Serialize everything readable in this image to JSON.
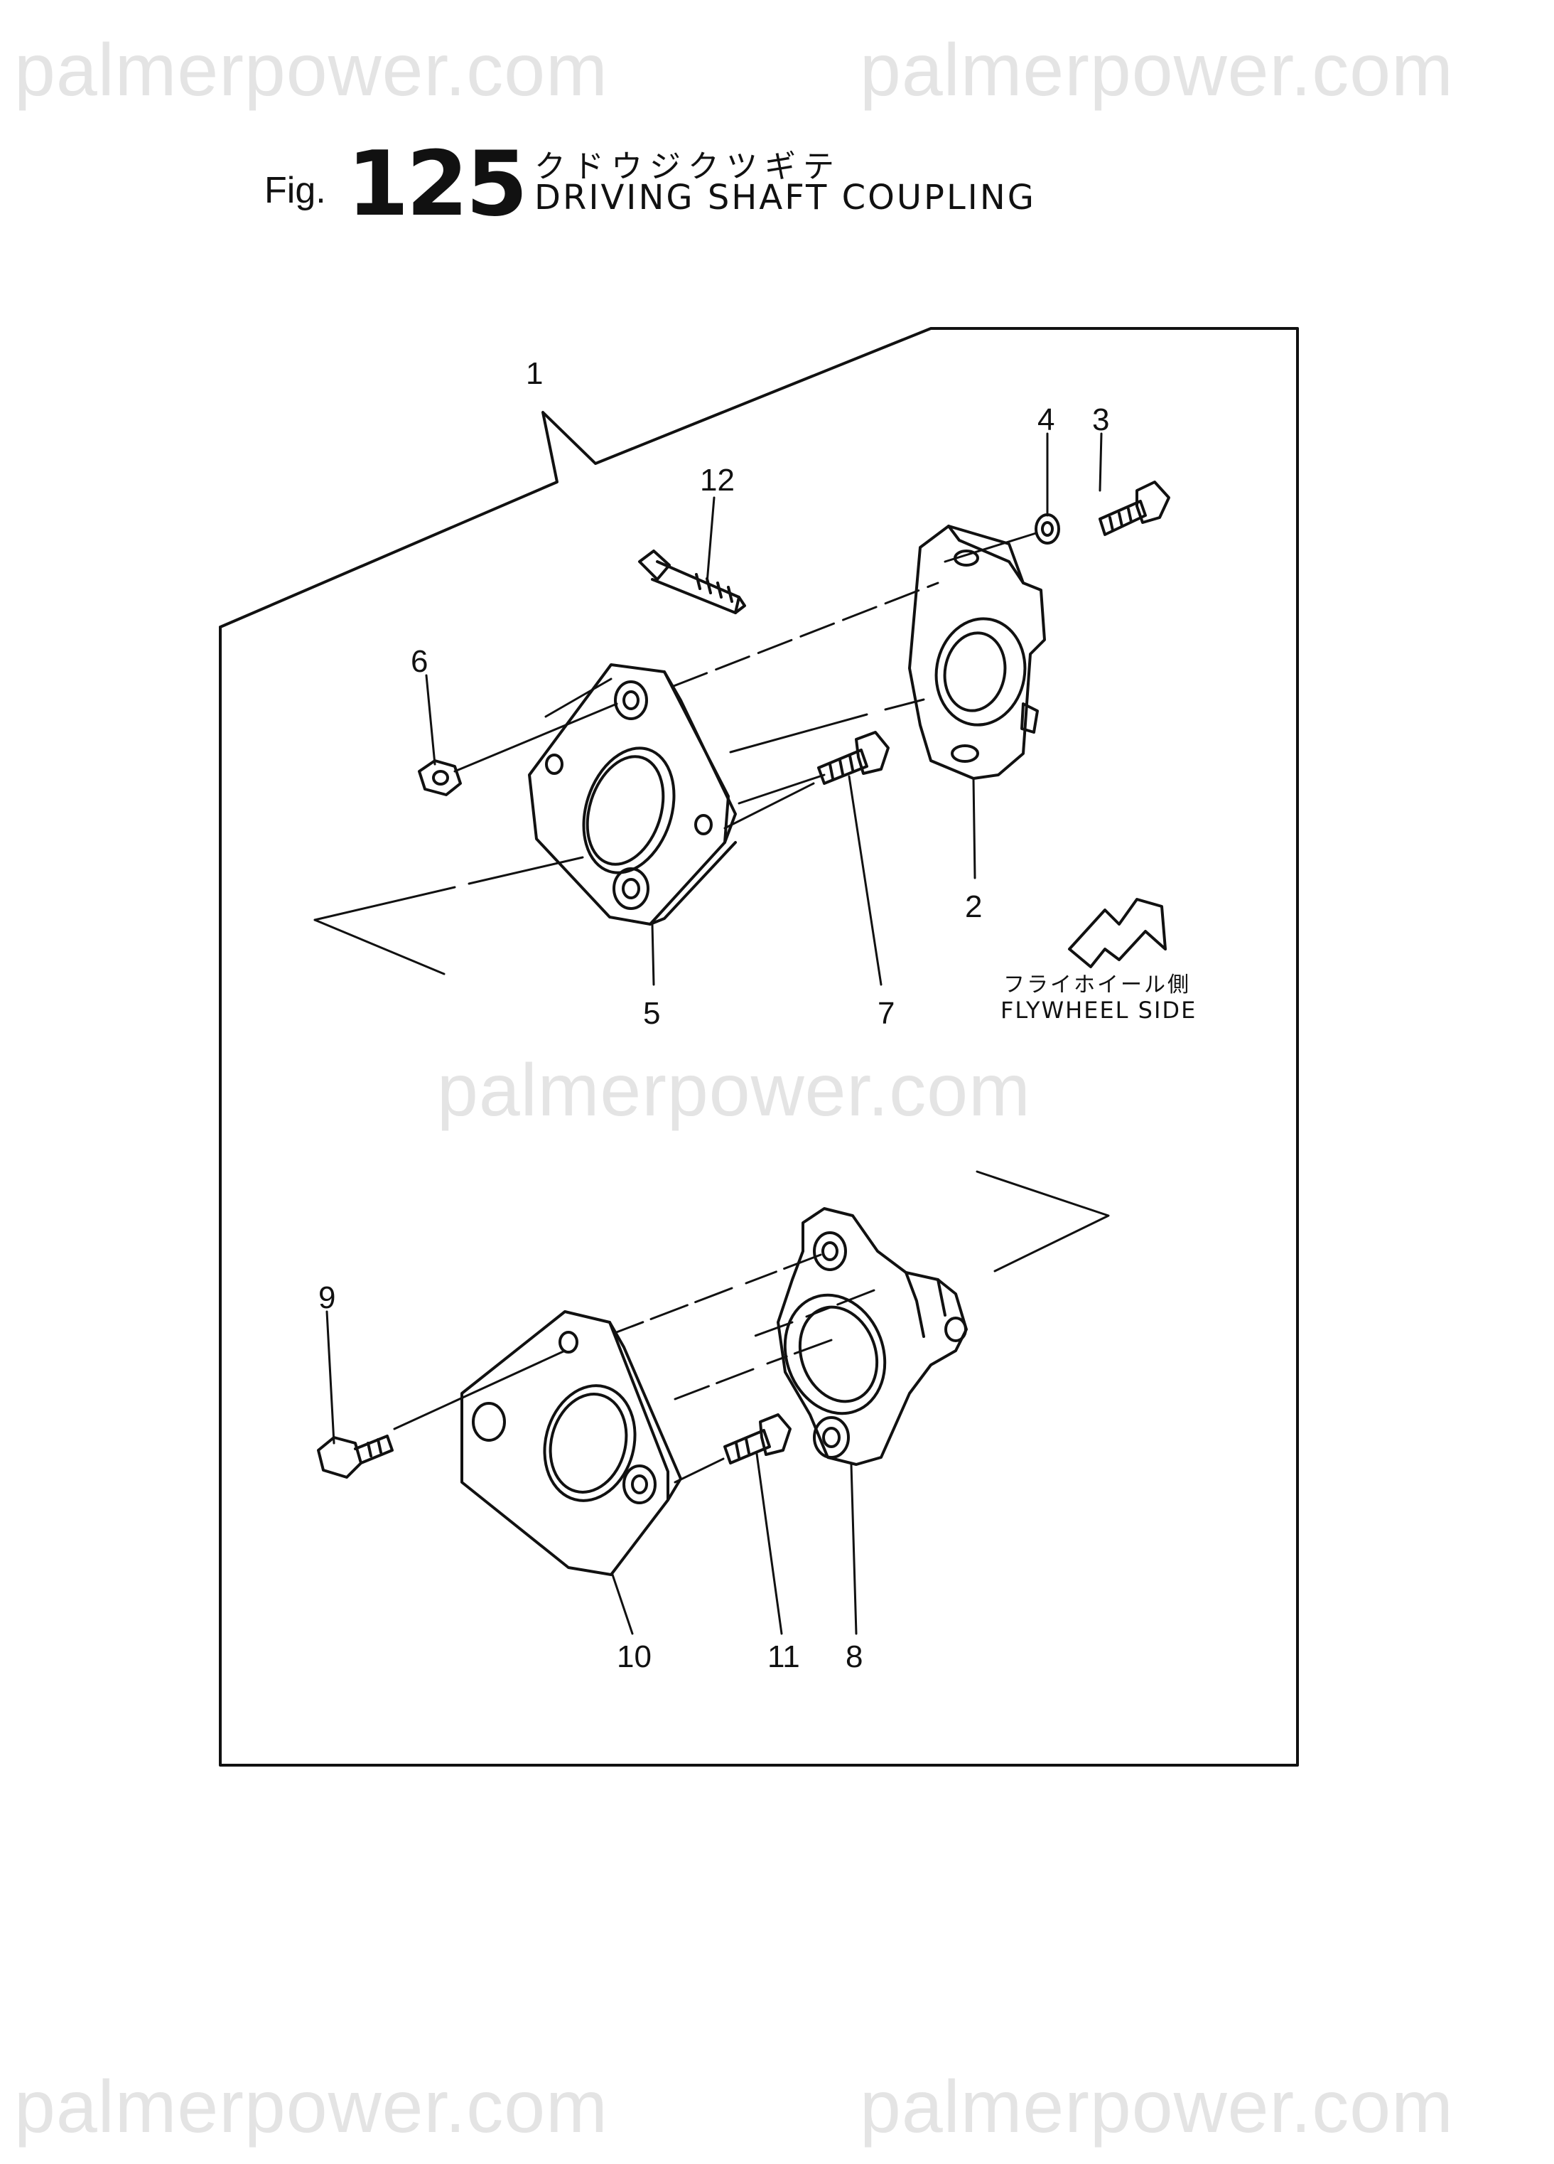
{
  "watermarks": [
    "palmerpower.com",
    "palmerpower.com",
    "palmerpower.com",
    "palmerpower.com",
    "palmerpower.com"
  ],
  "figure": {
    "label": "Fig.",
    "number": "125",
    "title_jp": "クドウジクツギテ",
    "title_en": "DRIVING SHAFT COUPLING"
  },
  "callouts": [
    "1",
    "2",
    "3",
    "4",
    "5",
    "6",
    "7",
    "8",
    "9",
    "10",
    "11",
    "12"
  ],
  "flywheel": {
    "jp": "フライホイール側",
    "en": "FLYWHEEL SIDE"
  },
  "colors": {
    "ink": "#111111",
    "watermark": "#e4e4e4",
    "paper": "#ffffff"
  }
}
